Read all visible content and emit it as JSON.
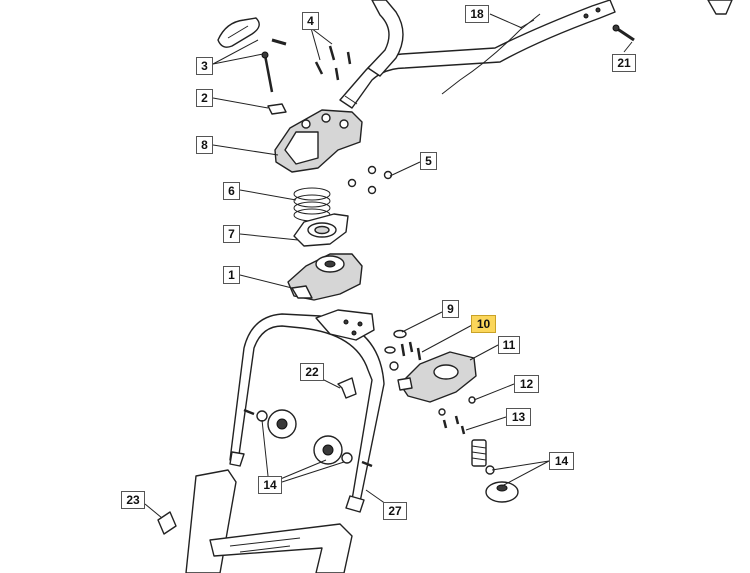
{
  "labels": {
    "l1": "1",
    "l2": "2",
    "l3": "3",
    "l4": "4",
    "l5": "5",
    "l6": "6",
    "l7": "7",
    "l8": "8",
    "l9": "9",
    "l10": "10",
    "l11": "11",
    "l12": "12",
    "l13": "13",
    "l14a": "14",
    "l14b": "14",
    "l18": "18",
    "l21": "21",
    "l22": "22",
    "l23": "23",
    "l27": "27"
  },
  "highlight_color": "#fbd65a"
}
